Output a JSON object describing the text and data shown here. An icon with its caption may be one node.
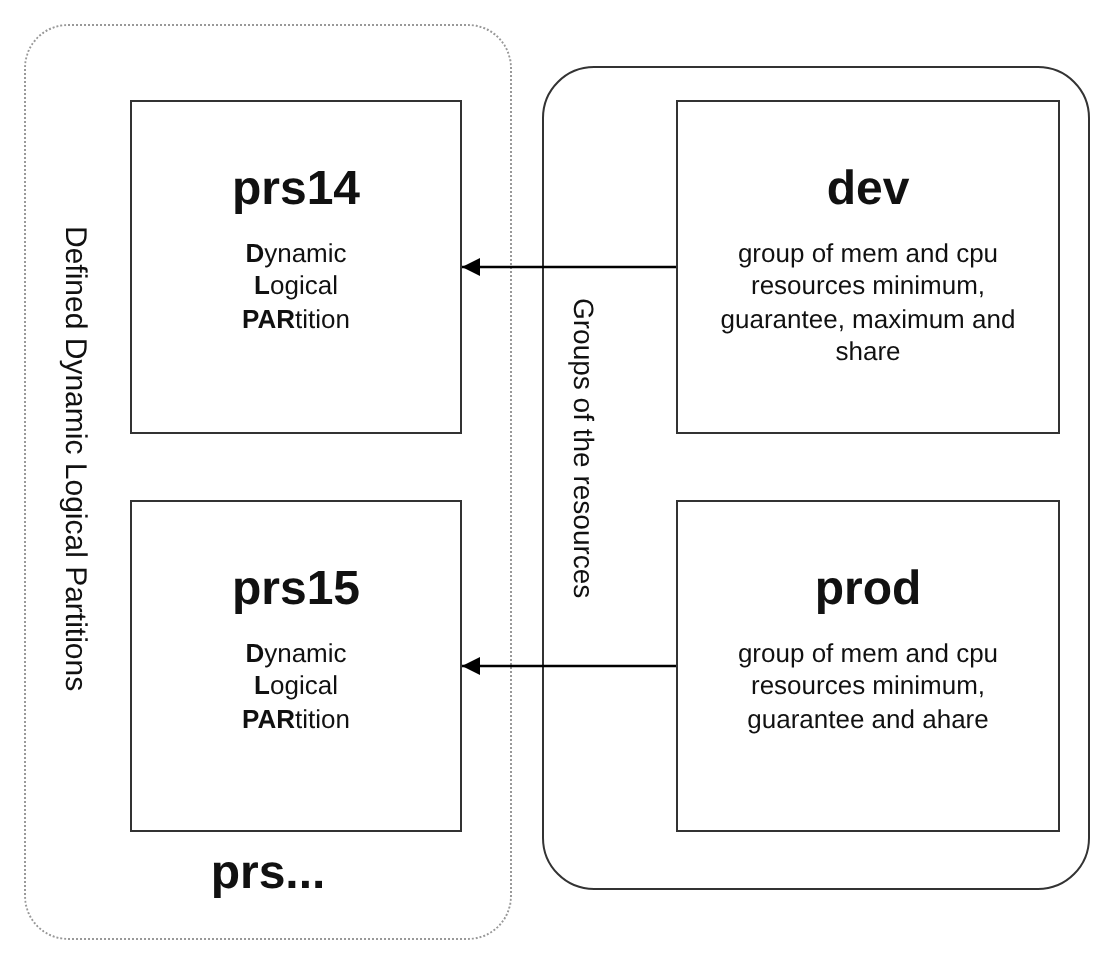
{
  "diagram": {
    "nodes": [
      {
        "text": [
          "Defined Dynamic Logical Partitions",
          "prs..."
        ]
      },
      {
        "text": [
          "prs14",
          "**D**ynamic **L**ogical **PAR**tition"
        ],
        "in": 0
      },
      {
        "text": [
          "prs15",
          "**D**ynamic **L**ogical **PAR**tition"
        ],
        "in": 0
      },
      {
        "text": [
          "Groups of the resources"
        ]
      },
      {
        "text": [
          "dev",
          "group of mem and cpu resources minimum, guarantee, maximum and share"
        ],
        "in": 3
      },
      {
        "text": [
          "prod",
          "group of mem and cpu resources minimum, guarantee and ahare"
        ],
        "in": 3
      }
    ],
    "edges": [
      {
        "from": 4,
        "to": 1,
        "arrow": "to"
      },
      {
        "from": 5,
        "to": 2,
        "arrow": "to"
      }
    ]
  }
}
